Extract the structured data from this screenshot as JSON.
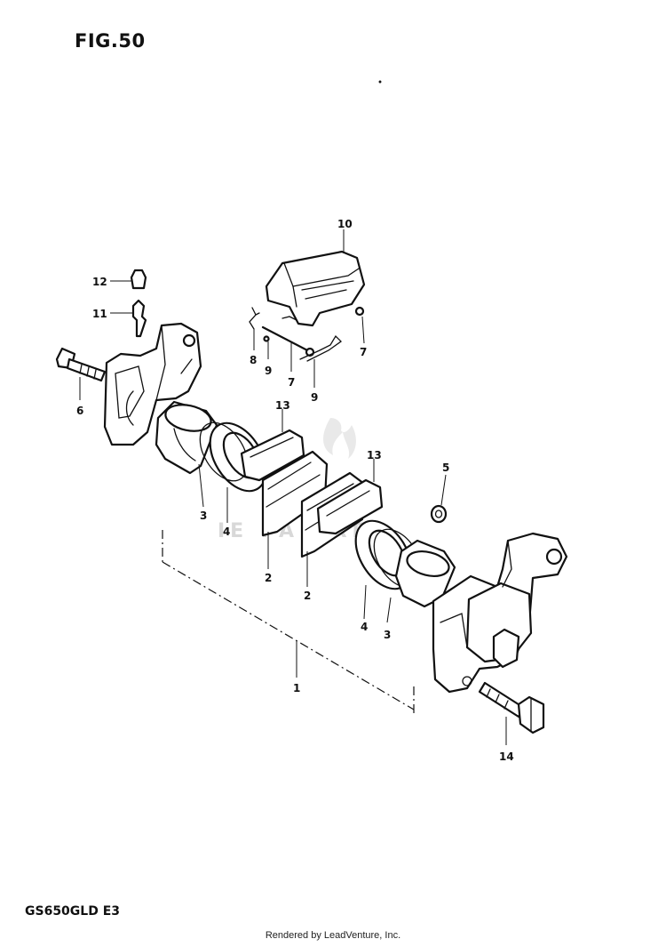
{
  "figure": {
    "title": "FIG.50",
    "model_code": "GS650GLD E3",
    "footer": "Rendered by LeadVenture, Inc."
  },
  "callouts": {
    "c1": "1",
    "c2a": "2",
    "c2b": "2",
    "c3a": "3",
    "c3b": "3",
    "c4a": "4",
    "c4b": "4",
    "c5": "5",
    "c6": "6",
    "c7a": "7",
    "c7b": "7",
    "c8": "8",
    "c9a": "9",
    "c9b": "9",
    "c10": "10",
    "c11": "11",
    "c12": "12",
    "c13a": "13",
    "c13b": "13",
    "c14": "14"
  }
}
